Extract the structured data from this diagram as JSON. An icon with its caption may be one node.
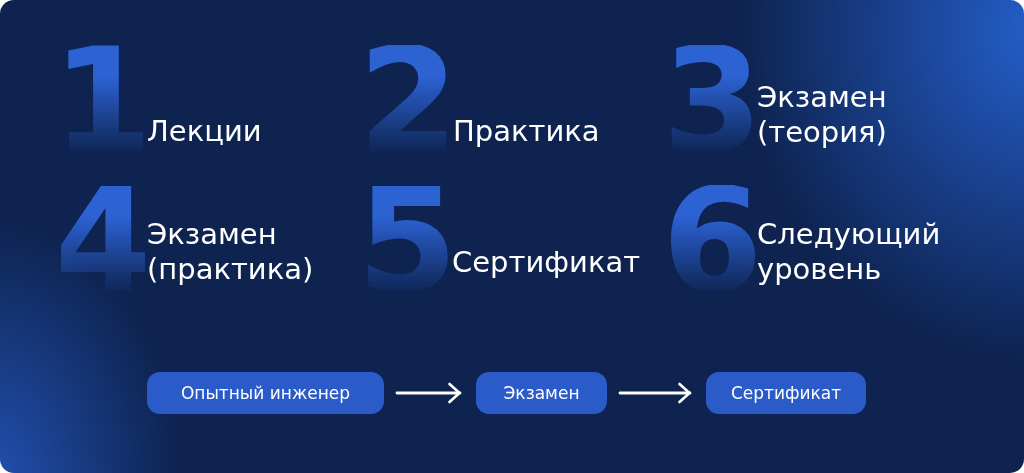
{
  "diagram": {
    "nodes": [
      {
        "text": [
          "Опытный инженер"
        ]
      },
      {
        "text": [
          "Экзамен"
        ]
      },
      {
        "text": [
          "Сертификат"
        ]
      }
    ],
    "edges": [
      {
        "from": 0,
        "to": 1,
        "arrow": "to"
      },
      {
        "from": 1,
        "to": 2,
        "arrow": "to"
      }
    ],
    "labels": [
      "1",
      "Лекции",
      "2",
      "Практика",
      "3",
      "Экзамен (теория)",
      "4",
      "Экзамен (практика)",
      "5",
      "Сертификат",
      "6",
      "Следующий уровень"
    ]
  }
}
